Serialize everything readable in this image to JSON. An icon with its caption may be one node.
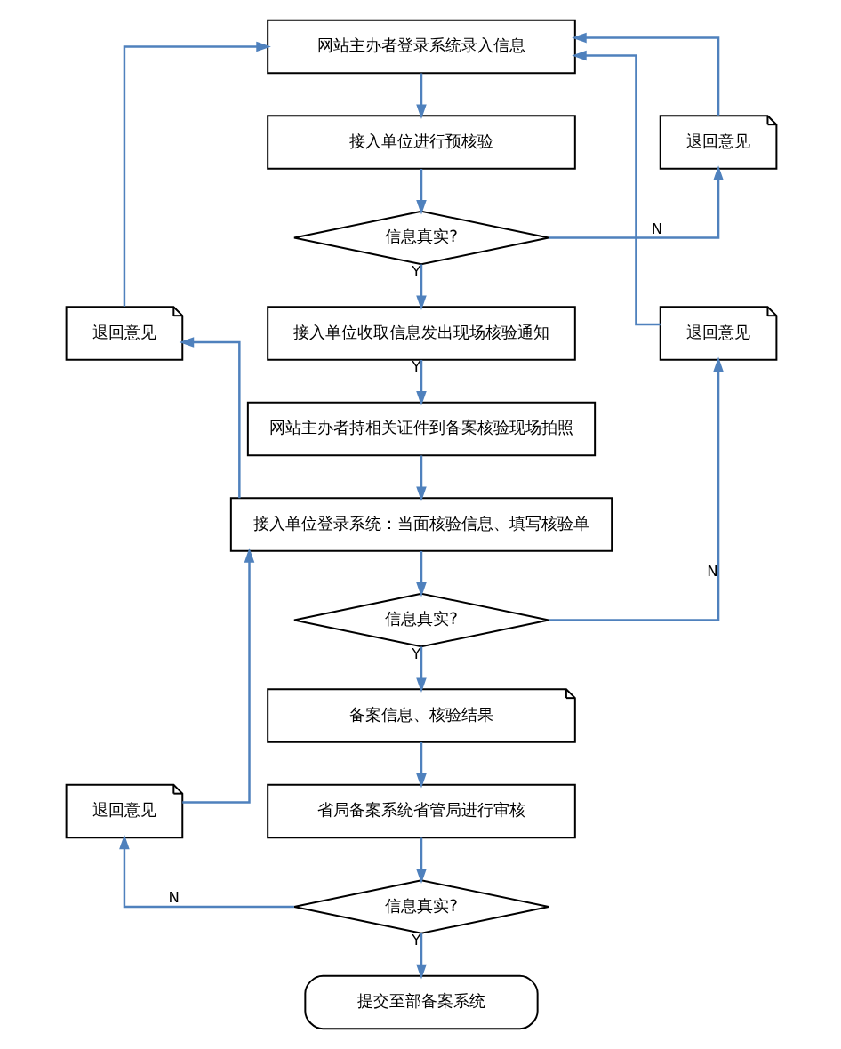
{
  "diagram": {
    "nodes": [
      {
        "text": [
          "网站主办者登录系统录入信息"
        ]
      },
      {
        "text": [
          "接入单位进行预核验"
        ]
      },
      {
        "text": [
          "退回意见"
        ]
      },
      {
        "text": [
          "信息真实?"
        ]
      },
      {
        "text": [
          "退回意见"
        ]
      },
      {
        "text": [
          "接入单位收取信息发出现场核验通知"
        ]
      },
      {
        "text": [
          "退回意见"
        ]
      },
      {
        "text": [
          "网站主办者持相关证件到备案核验现场拍照"
        ]
      },
      {
        "text": [
          "接入单位登录系统：当面核验信息、填写核验单"
        ]
      },
      {
        "text": [
          "信息真实?"
        ]
      },
      {
        "text": [
          "备案信息、核验结果"
        ]
      },
      {
        "text": [
          "退回意见"
        ]
      },
      {
        "text": [
          "省局备案系统省管局进行审核"
        ]
      },
      {
        "text": [
          "信息真实?"
        ]
      },
      {
        "text": [
          "提交至部备案系统"
        ]
      }
    ],
    "edges": [
      {
        "from": 0,
        "to": 1,
        "arrow": "to"
      },
      {
        "from": 1,
        "to": 3,
        "arrow": "to"
      },
      {
        "from": 3,
        "to": 2,
        "arrow": "to",
        "label": "N"
      },
      {
        "from": 2,
        "to": 0,
        "arrow": "to"
      },
      {
        "from": 3,
        "to": 5,
        "arrow": "to",
        "label": "Y"
      },
      {
        "from": 5,
        "to": 7,
        "arrow": "to",
        "label": "Y"
      },
      {
        "from": 7,
        "to": 8,
        "arrow": "to"
      },
      {
        "from": 8,
        "to": 4,
        "arrow": "to"
      },
      {
        "from": 4,
        "to": 0,
        "arrow": "to"
      },
      {
        "from": 8,
        "to": 9,
        "arrow": "to"
      },
      {
        "from": 9,
        "to": 6,
        "arrow": "to",
        "label": "N"
      },
      {
        "from": 6,
        "to": 0,
        "arrow": "to"
      },
      {
        "from": 9,
        "to": 10,
        "arrow": "to",
        "label": "Y"
      },
      {
        "from": 10,
        "to": 12,
        "arrow": "to"
      },
      {
        "from": 12,
        "to": 13,
        "arrow": "to"
      },
      {
        "from": 13,
        "to": 11,
        "arrow": "to",
        "label": "N"
      },
      {
        "from": 11,
        "to": 8,
        "arrow": "to"
      },
      {
        "from": 13,
        "to": 14,
        "arrow": "to",
        "label": "Y"
      }
    ]
  }
}
